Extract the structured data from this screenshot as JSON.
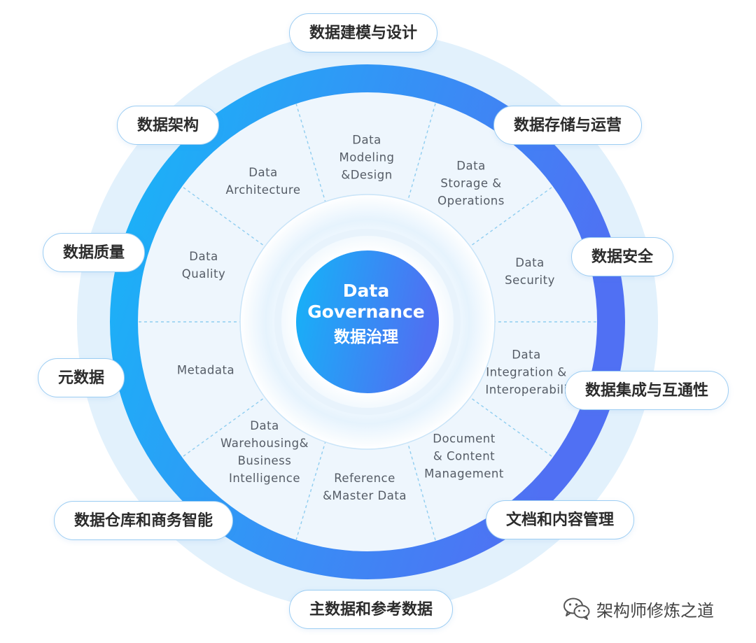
{
  "center": {
    "title_en_line1": "Data",
    "title_en_line2": "Governance",
    "title_zh": "数据治理"
  },
  "segments": [
    {
      "lines": [
        "Data",
        "Modeling",
        "&Design"
      ]
    },
    {
      "lines": [
        "Data",
        "Storage &",
        "Operations"
      ]
    },
    {
      "lines": [
        "Data",
        "Security"
      ]
    },
    {
      "lines": [
        "Data",
        "Integration &",
        "Interoperabili"
      ]
    },
    {
      "lines": [
        "Document",
        "& Content",
        "Management"
      ]
    },
    {
      "lines": [
        "Reference",
        "&Master Data"
      ]
    },
    {
      "lines": [
        "Data",
        "Warehousing&",
        "Business",
        "Intelligence"
      ]
    },
    {
      "lines": [
        "Metadata"
      ]
    },
    {
      "lines": [
        "Data",
        "Quality"
      ]
    },
    {
      "lines": [
        "Data",
        "Architecture"
      ]
    }
  ],
  "pills": [
    {
      "label": "数据建模与设计"
    },
    {
      "label": "数据存储与运营"
    },
    {
      "label": "数据安全"
    },
    {
      "label": "数据集成与互通性"
    },
    {
      "label": "文档和内容管理"
    },
    {
      "label": "主数据和参考数据"
    },
    {
      "label": "数据仓库和商务智能"
    },
    {
      "label": "元数据"
    },
    {
      "label": "数据质量"
    },
    {
      "label": "数据架构"
    }
  ],
  "watermark": {
    "icon": "wechat-icon",
    "text": "架构师修炼之道"
  },
  "colors": {
    "ring_start": "#17b6f7",
    "ring_end": "#4f73f3",
    "center_start": "#16b3f7",
    "center_end": "#4d72f3",
    "outer_halo": "#dff0fc",
    "pill_border": "#9ccdf3"
  }
}
